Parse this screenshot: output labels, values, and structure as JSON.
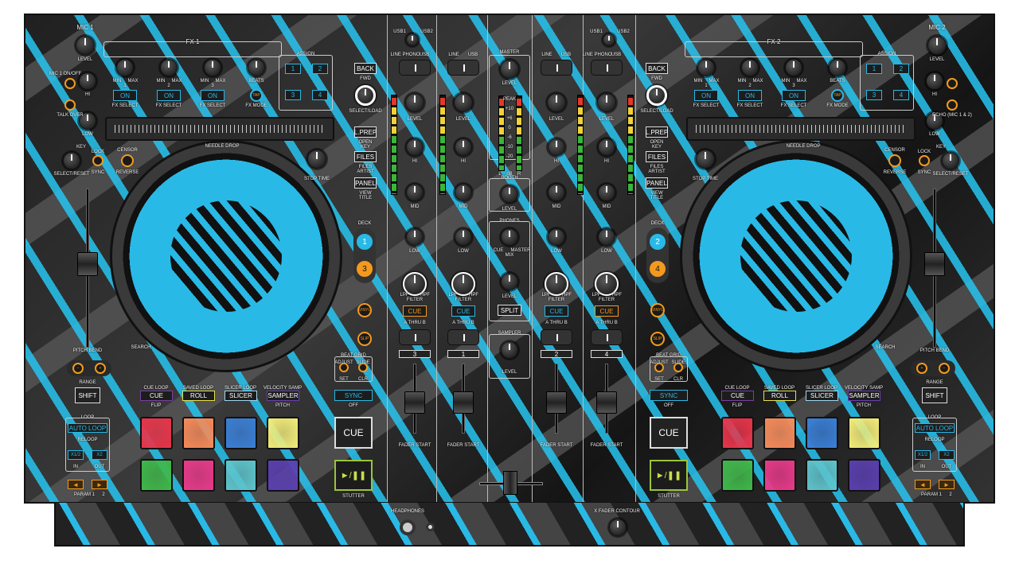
{
  "colors": {
    "accent": "#29b9e6",
    "orange": "#f39a1e",
    "background": "#222222"
  },
  "decks": [
    {
      "id": "left",
      "mic_title": "MIC 1",
      "mic_level": "LEVEL",
      "mic_on": "MIC 1 ON/OFF",
      "talk_over": "TALK OVER",
      "hi": "HI",
      "low": "LOW",
      "fx_title": "FX 1",
      "fx_on": [
        "ON",
        "ON",
        "ON"
      ],
      "fx_select": "FX SELECT",
      "fx_nums": [
        "1",
        "2",
        "3"
      ],
      "beats": "BEATS",
      "tap": "TAP",
      "fx_mode": "FX MODE",
      "min": "MIN",
      "max": "MAX",
      "assign_title": "ASSIGN",
      "assign": [
        "1",
        "2",
        "3",
        "4"
      ],
      "back": "BACK",
      "fwd": "FWD",
      "select_load": "SELECT/LOAD",
      "lprep": "L.PREP",
      "open": "OPEN",
      "key_sort": "KEY",
      "files": "FILES",
      "files_sub": "FILES",
      "artist": "ARTIST",
      "panel": "PANEL",
      "view": "VIEW",
      "title_sort": "TITLE",
      "needle_drop": "NEEDLE DROP",
      "key_title": "KEY",
      "select_reset": "SELECT/RESET",
      "lock": "LOCK",
      "sync_key": "SYNC",
      "censor": "CENSOR",
      "reverse": "REVERSE",
      "stop_time": "STOP TIME",
      "deck_label": "DECK",
      "deck_buttons": [
        "1",
        "3"
      ],
      "vinyl": "VINYL",
      "slip": "SLIP",
      "search": "SEARCH",
      "pitch_bend": "PITCH BEND",
      "range": "RANGE",
      "shift": "SHIFT",
      "beat_grid": "BEAT GRID",
      "adjust": "ADJUST",
      "slide": "SLIDE",
      "set": "SET",
      "clr": "CLR",
      "modes": [
        {
          "top": "CUE LOOP",
          "label": "CUE",
          "sub": "FLIP",
          "color": "#7a3fa0"
        },
        {
          "top": "SAVED LOOP",
          "label": "ROLL",
          "sub": "",
          "color": "#e8e04a"
        },
        {
          "top": "SLICER LOOP",
          "label": "SLICER",
          "sub": "",
          "color": "#9fd6f0"
        },
        {
          "top": "VELOCITY SAMP",
          "label": "SAMPLER",
          "sub": "PITCH",
          "color": "#6a3fb0"
        }
      ],
      "sync": "SYNC",
      "off": "OFF",
      "cue": "CUE",
      "play": "►/❚❚",
      "stutter": "STUTTER",
      "loop_title": "LOOP",
      "auto_loop": "AUTO LOOP",
      "reloop": "RELOOP",
      "half": "X1/2",
      "double": "X2",
      "in": "IN",
      "out": "OUT",
      "param": "PARAM 1",
      "param2": "2"
    },
    {
      "id": "right",
      "mic_title": "MIC 2",
      "mic_level": "LEVEL",
      "mic_on": "",
      "talk_over": "ECHO (MIC 1 & 2)",
      "hi": "HI",
      "low": "LOW",
      "fx_title": "FX 2",
      "fx_on": [
        "ON",
        "ON",
        "ON"
      ],
      "fx_select": "FX SELECT",
      "fx_nums": [
        "1",
        "2",
        "3"
      ],
      "beats": "BEATS",
      "tap": "TAP",
      "fx_mode": "FX MODE",
      "min": "MIN",
      "max": "MAX",
      "assign_title": "ASSIGN",
      "assign": [
        "1",
        "2",
        "3",
        "4"
      ],
      "back": "BACK",
      "fwd": "FWD",
      "select_load": "SELECT/LOAD",
      "lprep": "L.PREP",
      "open": "OPEN",
      "key_sort": "KEY",
      "files": "FILES",
      "files_sub": "FILES",
      "artist": "ARTIST",
      "panel": "PANEL",
      "view": "VIEW",
      "title_sort": "TITLE",
      "needle_drop": "NEEDLE DROP",
      "key_title": "KEY",
      "select_reset": "SELECT/RESET",
      "lock": "LOCK",
      "sync_key": "SYNC",
      "censor": "CENSOR",
      "reverse": "REVERSE",
      "stop_time": "STOP TIME",
      "deck_label": "DECK",
      "deck_buttons": [
        "2",
        "4"
      ],
      "vinyl": "VINYL",
      "slip": "SLIP",
      "search": "SEARCH",
      "pitch_bend": "PITCH BEND",
      "range": "RANGE",
      "shift": "SHIFT",
      "beat_grid": "BEAT GRID",
      "adjust": "ADJUST",
      "slide": "SLIDE",
      "set": "SET",
      "clr": "CLR",
      "modes": [
        {
          "top": "CUE LOOP",
          "label": "CUE",
          "sub": "FLIP",
          "color": "#7a3fa0"
        },
        {
          "top": "SAVED LOOP",
          "label": "ROLL",
          "sub": "",
          "color": "#e8e04a"
        },
        {
          "top": "SLICER LOOP",
          "label": "SLICER",
          "sub": "",
          "color": "#9fd6f0"
        },
        {
          "top": "VELOCITY SAMP",
          "label": "SAMPLER",
          "sub": "PITCH",
          "color": "#6a3fb0"
        }
      ],
      "sync": "SYNC",
      "off": "OFF",
      "cue": "CUE",
      "play": "►/❚❚",
      "stutter": "STUTTER",
      "loop_title": "LOOP",
      "auto_loop": "AUTO LOOP",
      "reloop": "RELOOP",
      "half": "X1/2",
      "double": "X2",
      "in": "IN",
      "out": "OUT",
      "param": "PARAM 1",
      "param2": "2"
    }
  ],
  "pads": {
    "colors": [
      "#e8344a",
      "#f58a5a",
      "#3a7fd6",
      "#f2ec7a",
      "#3fb84a",
      "#e83a8a",
      "#5ec4cc",
      "#5a3fb0"
    ]
  },
  "mixer": {
    "usb": [
      "USB1",
      "USB2"
    ],
    "channels": [
      {
        "num": "3",
        "inputs": [
          "LINE PHONO",
          "USB"
        ],
        "cue_color": "#f39a1e"
      },
      {
        "num": "1",
        "inputs": [
          "LINE",
          "USB"
        ],
        "cue_color": "#29b9e6"
      },
      {
        "num": "2",
        "inputs": [
          "LINE",
          "USB"
        ],
        "cue_color": "#29b9e6"
      },
      {
        "num": "4",
        "inputs": [
          "LINE PHONO",
          "USB"
        ],
        "cue_color": "#f39a1e"
      }
    ],
    "level": "LEVEL",
    "hi": "HI",
    "mid": "MID",
    "low": "LOW",
    "filter": "FILTER",
    "lpf": "LPF",
    "hpf": "HPF",
    "cue": "CUE",
    "thru": "A  THRU  B",
    "fader_start": "FADER START",
    "master": "MASTER",
    "booth": "BOOTH",
    "phones": "PHONES",
    "mix": "MIX",
    "cue_label": "CUE",
    "master_label": "MASTER",
    "split": "SPLIT",
    "sampler": "SAMPLER",
    "vu_scale": [
      "PEAK",
      "+10",
      "+6",
      "0",
      "-6",
      "-10",
      "-20"
    ],
    "vu_lr": [
      "L",
      "dB",
      "R"
    ]
  },
  "front": {
    "headphones": "HEADPHONES",
    "xfader_contour": "X FADER CONTOUR"
  }
}
